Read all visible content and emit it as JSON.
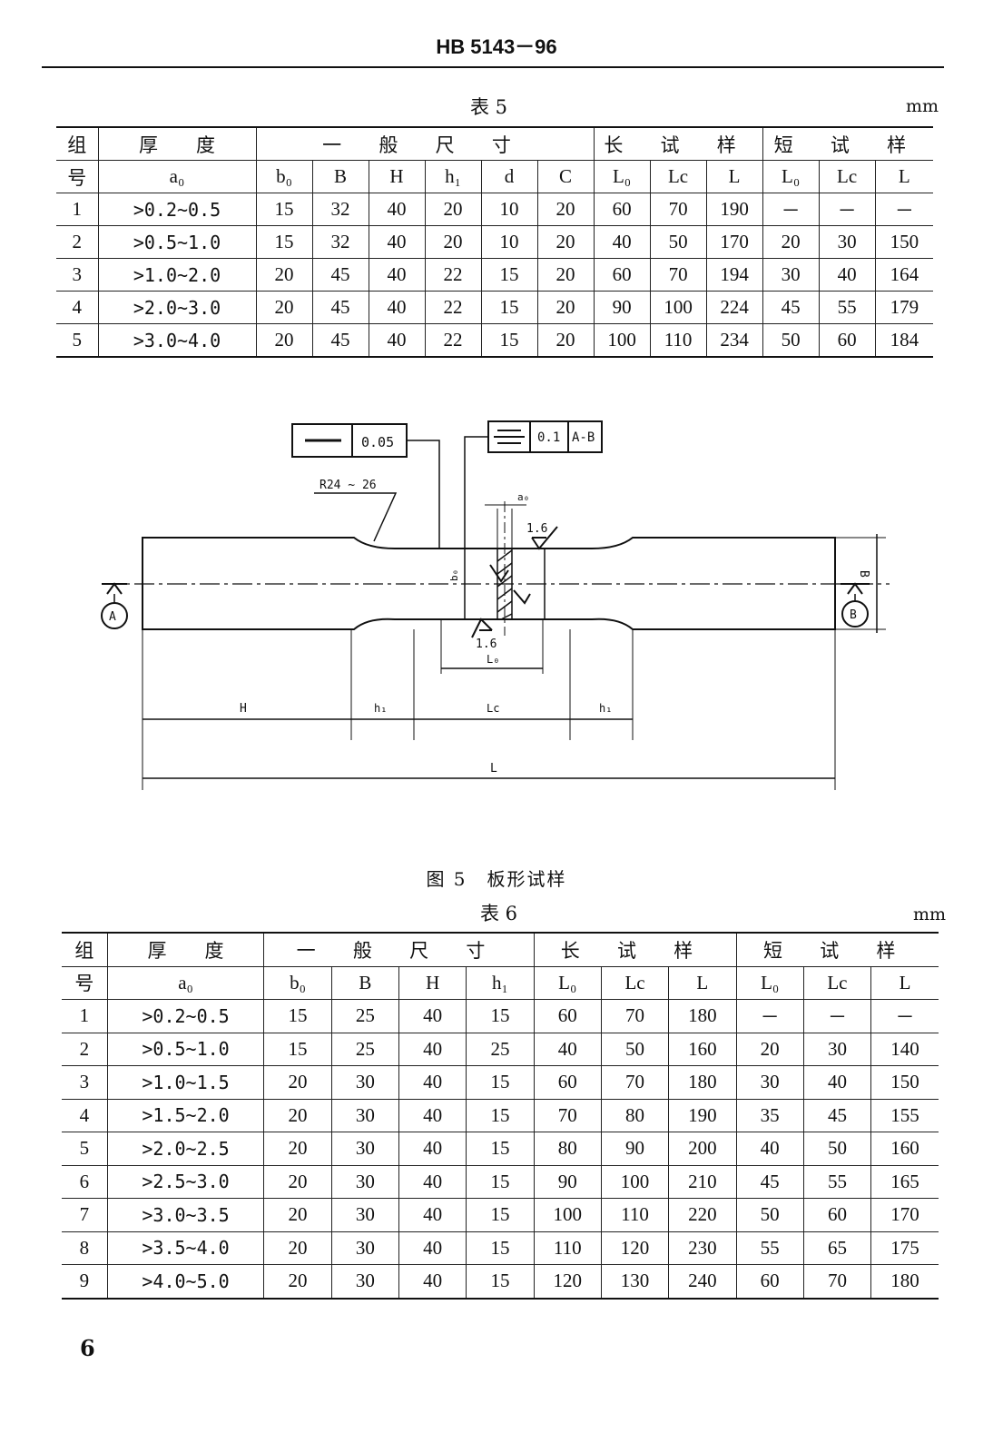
{
  "header": {
    "code": "HB 5143－96"
  },
  "table5": {
    "title": "表 5",
    "unit": "mm",
    "group_top": "组",
    "group_bottom": "号",
    "thickness_label": "厚　　度",
    "general_label": "一 般 尺 寸",
    "long_label": "长 试 样",
    "short_label": "短 试 样",
    "cols": [
      "a₀",
      "b₀",
      "B",
      "H",
      "h₁",
      "d",
      "C",
      "L₀",
      "Lc",
      "L",
      "L₀",
      "Lc",
      "L"
    ],
    "rows": [
      [
        "1",
        ">0.2~0.5",
        "15",
        "32",
        "40",
        "20",
        "10",
        "20",
        "60",
        "70",
        "190",
        "－",
        "－",
        "－"
      ],
      [
        "2",
        ">0.5~1.0",
        "15",
        "32",
        "40",
        "20",
        "10",
        "20",
        "40",
        "50",
        "170",
        "20",
        "30",
        "150"
      ],
      [
        "3",
        ">1.0~2.0",
        "20",
        "45",
        "40",
        "22",
        "15",
        "20",
        "60",
        "70",
        "194",
        "30",
        "40",
        "164"
      ],
      [
        "4",
        ">2.0~3.0",
        "20",
        "45",
        "40",
        "22",
        "15",
        "20",
        "90",
        "100",
        "224",
        "45",
        "55",
        "179"
      ],
      [
        "5",
        ">3.0~4.0",
        "20",
        "45",
        "40",
        "22",
        "15",
        "20",
        "100",
        "110",
        "234",
        "50",
        "60",
        "184"
      ]
    ]
  },
  "figure": {
    "caption": "图 5　板形试样",
    "flatness_value": "0.05",
    "symmetry_value": "0.1",
    "symmetry_ref": "A-B",
    "radius": "R24 ~ 26",
    "roughness": "1.6",
    "datum_a": "A",
    "datum_b": "B",
    "labels": {
      "a0": "a₀",
      "b0": "b₀",
      "B": "B",
      "L0": "L₀",
      "H": "H",
      "h1": "h₁",
      "Lc": "Lc",
      "L": "L"
    }
  },
  "table6": {
    "title": "表 6",
    "unit": "mm",
    "group_top": "组",
    "group_bottom": "号",
    "thickness_label": "厚　　度",
    "general_label": "一 般 尺 寸",
    "long_label": "长 试 样",
    "short_label": "短 试 样",
    "cols": [
      "a₀",
      "b₀",
      "B",
      "H",
      "h₁",
      "L₀",
      "Lc",
      "L",
      "L₀",
      "Lc",
      "L"
    ],
    "rows": [
      [
        "1",
        ">0.2~0.5",
        "15",
        "25",
        "40",
        "15",
        "60",
        "70",
        "180",
        "－",
        "－",
        "－"
      ],
      [
        "2",
        ">0.5~1.0",
        "15",
        "25",
        "40",
        "25",
        "40",
        "50",
        "160",
        "20",
        "30",
        "140"
      ],
      [
        "3",
        ">1.0~1.5",
        "20",
        "30",
        "40",
        "15",
        "60",
        "70",
        "180",
        "30",
        "40",
        "150"
      ],
      [
        "4",
        ">1.5~2.0",
        "20",
        "30",
        "40",
        "15",
        "70",
        "80",
        "190",
        "35",
        "45",
        "155"
      ],
      [
        "5",
        ">2.0~2.5",
        "20",
        "30",
        "40",
        "15",
        "80",
        "90",
        "200",
        "40",
        "50",
        "160"
      ],
      [
        "6",
        ">2.5~3.0",
        "20",
        "30",
        "40",
        "15",
        "90",
        "100",
        "210",
        "45",
        "55",
        "165"
      ],
      [
        "7",
        ">3.0~3.5",
        "20",
        "30",
        "40",
        "15",
        "100",
        "110",
        "220",
        "50",
        "60",
        "170"
      ],
      [
        "8",
        ">3.5~4.0",
        "20",
        "30",
        "40",
        "15",
        "110",
        "120",
        "230",
        "55",
        "65",
        "175"
      ],
      [
        "9",
        ">4.0~5.0",
        "20",
        "30",
        "40",
        "15",
        "120",
        "130",
        "240",
        "60",
        "70",
        "180"
      ]
    ]
  },
  "page_number": "6"
}
